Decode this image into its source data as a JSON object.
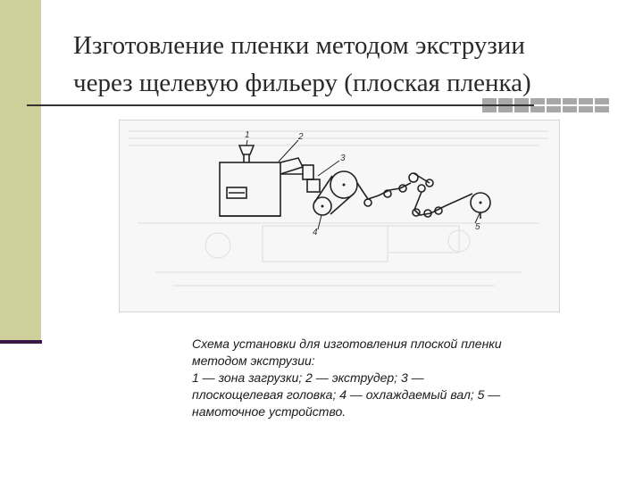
{
  "title": {
    "line1": "Изготовление пленки методом экструзии",
    "line2": "через щелевую фильеру (плоская пленка)"
  },
  "figure": {
    "labels": [
      "1",
      "2",
      "3",
      "4",
      "5"
    ]
  },
  "caption": {
    "line1": "Схема установки для изготовления плоской пленки",
    "line2": "методом экструзии:",
    "line3": "1 — зона загрузки; 2 — экструдер; 3 —",
    "line4": "плоскощелевая головка; 4 — охлаждаемый вал; 5 —",
    "line5": "намоточное устройство."
  },
  "colors": {
    "accent_bar": "#cfcf9c",
    "accent_line": "#3a1a44",
    "squares": "#a8a8a8"
  }
}
